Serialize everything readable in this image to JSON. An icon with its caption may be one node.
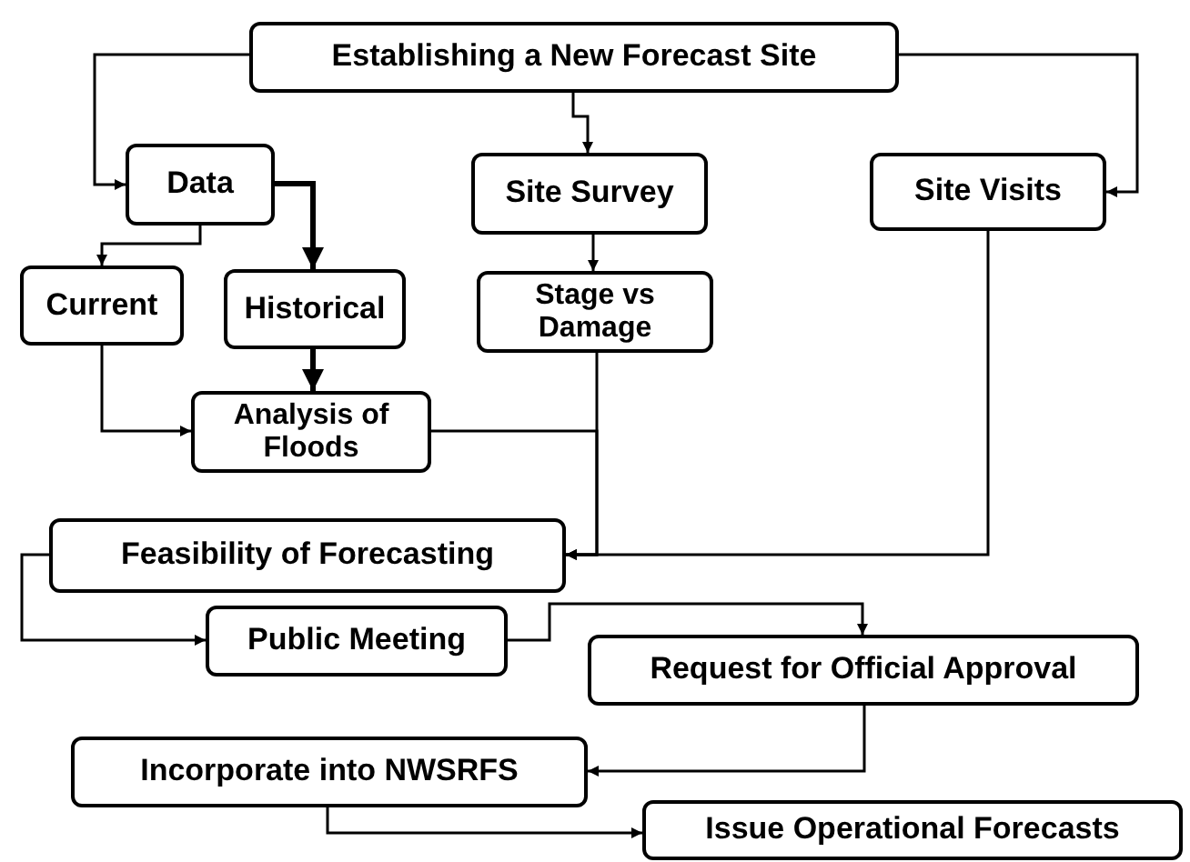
{
  "diagram": {
    "nodes": [
      {
        "text": [
          "Establishing a New Forecast Site"
        ]
      },
      {
        "text": [
          "Data"
        ]
      },
      {
        "text": [
          "Site Survey"
        ]
      },
      {
        "text": [
          "Site Visits"
        ]
      },
      {
        "text": [
          "Current"
        ]
      },
      {
        "text": [
          "Historical"
        ]
      },
      {
        "text": [
          "Stage vs Damage"
        ]
      },
      {
        "text": [
          "Analysis of Floods"
        ]
      },
      {
        "text": [
          "Feasibility of Forecasting"
        ]
      },
      {
        "text": [
          "Public Meeting"
        ]
      },
      {
        "text": [
          "Request for Official Approval"
        ]
      },
      {
        "text": [
          "Incorporate into NWSRFS"
        ]
      },
      {
        "text": [
          "Issue Operational Forecasts"
        ]
      }
    ],
    "edges": [
      {
        "from": 0,
        "to": 1,
        "arrow": "to"
      },
      {
        "from": 0,
        "to": 2,
        "arrow": "to"
      },
      {
        "from": 0,
        "to": 3,
        "arrow": "to"
      },
      {
        "from": 1,
        "to": 4,
        "arrow": "to"
      },
      {
        "from": 1,
        "to": 5,
        "arrow": "to",
        "style": "thick"
      },
      {
        "from": 2,
        "to": 6,
        "arrow": "to"
      },
      {
        "from": 5,
        "to": 7,
        "arrow": "to",
        "style": "thick"
      },
      {
        "from": 4,
        "to": 7,
        "arrow": "to"
      },
      {
        "from": 7,
        "to": 8,
        "arrow": "to"
      },
      {
        "from": 6,
        "to": 8,
        "arrow": "to"
      },
      {
        "from": 3,
        "to": 8,
        "arrow": "to"
      },
      {
        "from": 8,
        "to": 9,
        "arrow": "to"
      },
      {
        "from": 9,
        "to": 10,
        "arrow": "to"
      },
      {
        "from": 10,
        "to": 11,
        "arrow": "to"
      },
      {
        "from": 11,
        "to": 12,
        "arrow": "to"
      }
    ]
  }
}
